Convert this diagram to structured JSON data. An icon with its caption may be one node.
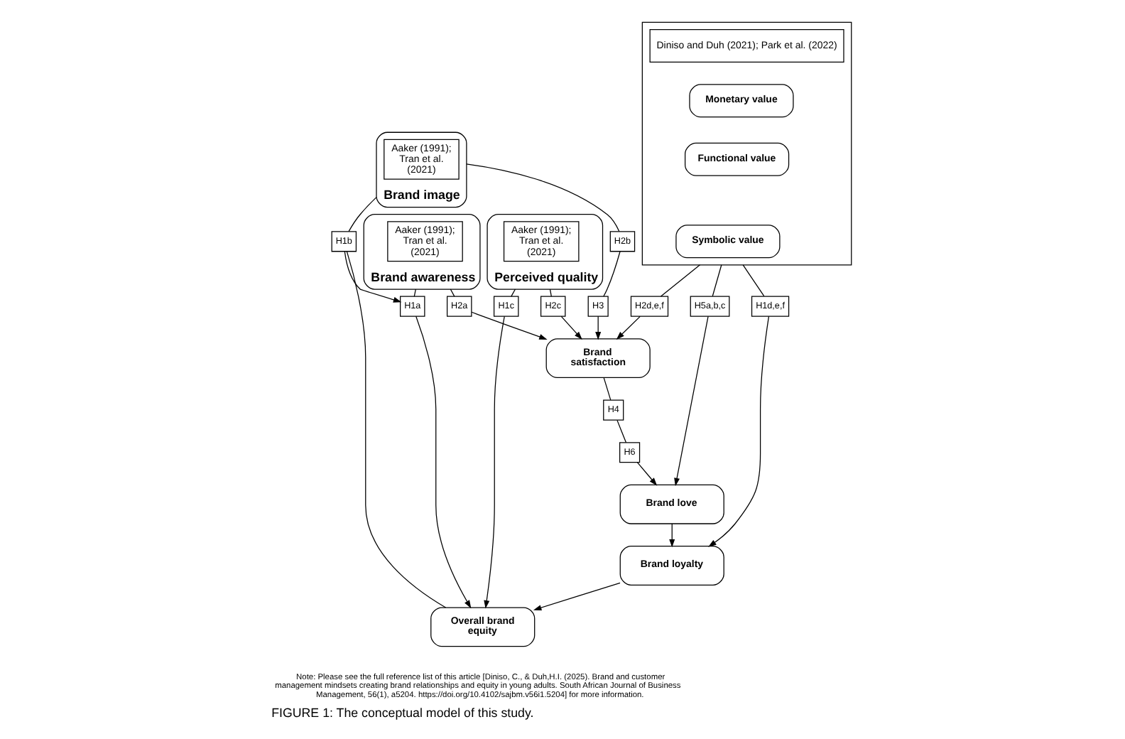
{
  "diagram": {
    "caption": "FIGURE 1: The conceptual model of this study.",
    "nodes": [
      {
        "text": [
          "Brand awareness"
        ]
      },
      {
        "text": [
          "Aaker (1991); Tran et al. (2021)"
        ],
        "in": 0
      },
      {
        "text": [
          "Brand image"
        ]
      },
      {
        "text": [
          "Aaker (1991); Tran et al. (2021)"
        ],
        "in": 2
      },
      {
        "text": [
          "Perceived quality"
        ]
      },
      {
        "text": [
          "Aaker (1991); Tran et al. (2021)"
        ],
        "in": 4
      },
      {
        "text": [],
        "shape": "box"
      },
      {
        "text": [
          "Diniso and Duh (2021); Park et al. (2022)"
        ],
        "in": 6
      },
      {
        "text": [
          "Monetary value"
        ],
        "in": 6
      },
      {
        "text": [
          "Functional value"
        ],
        "in": 6
      },
      {
        "text": [
          "Symbolic value"
        ],
        "in": 6
      },
      {
        "text": [
          "Brand satisfaction"
        ]
      },
      {
        "text": [
          "Brand love"
        ]
      },
      {
        "text": [
          "Brand loyalty"
        ]
      },
      {
        "text": [
          "Overall brand equity"
        ]
      },
      {
        "text": [
          "H1b"
        ]
      },
      {
        "text": [
          "H1a"
        ]
      },
      {
        "text": [
          "H2a"
        ]
      },
      {
        "text": [
          "H2b"
        ]
      },
      {
        "text": [
          "H3"
        ]
      },
      {
        "text": [
          "H2c"
        ]
      },
      {
        "text": [
          "H2d,e,f"
        ]
      },
      {
        "text": [
          "H4"
        ]
      },
      {
        "text": [
          "H6"
        ]
      },
      {
        "text": [
          "H5a,b,c"
        ]
      },
      {
        "text": [
          "H1d,e,f"
        ]
      },
      {
        "text": [
          "H1c"
        ]
      }
    ],
    "edges": [
      {
        "from": 2,
        "to": 15,
        "arrow": "none"
      },
      {
        "from": 15,
        "to": 14,
        "arrow": "none"
      },
      {
        "from": 15,
        "to": 16,
        "arrow": "to"
      },
      {
        "from": 0,
        "to": 16,
        "arrow": "none"
      },
      {
        "from": 16,
        "to": 14,
        "arrow": "to"
      },
      {
        "from": 0,
        "to": 17,
        "arrow": "none"
      },
      {
        "from": 17,
        "to": 11,
        "arrow": "to"
      },
      {
        "from": 2,
        "to": 18,
        "arrow": "none"
      },
      {
        "from": 18,
        "to": 19,
        "arrow": "none"
      },
      {
        "from": 19,
        "to": 11,
        "arrow": "to"
      },
      {
        "from": 4,
        "to": 20,
        "arrow": "none"
      },
      {
        "from": 20,
        "to": 11,
        "arrow": "to"
      },
      {
        "from": 4,
        "to": 26,
        "arrow": "none"
      },
      {
        "from": 26,
        "to": 14,
        "arrow": "to"
      },
      {
        "from": 6,
        "to": 21,
        "arrow": "none"
      },
      {
        "from": 21,
        "to": 11,
        "arrow": "to"
      },
      {
        "from": 6,
        "to": 24,
        "arrow": "none"
      },
      {
        "from": 24,
        "to": 12,
        "arrow": "to"
      },
      {
        "from": 6,
        "to": 25,
        "arrow": "none"
      },
      {
        "from": 25,
        "to": 13,
        "arrow": "to"
      },
      {
        "from": 11,
        "to": 22,
        "arrow": "none"
      },
      {
        "from": 22,
        "to": 23,
        "arrow": "none"
      },
      {
        "from": 23,
        "to": 12,
        "arrow": "to"
      },
      {
        "from": 12,
        "to": 13,
        "arrow": "to"
      },
      {
        "from": 13,
        "to": 14,
        "arrow": "to"
      }
    ],
    "labels": [
      "Note: Please see the full reference list of this article [Diniso, C., & Duh,H.I. (2025). Brand and customer management mindsets creating brand relationships and equity in young adults. South African Journal of Business Management, 56(1), a5204. https://doi.org/10.4102/sajbm.v56i1.5204] for more information."
    ]
  }
}
